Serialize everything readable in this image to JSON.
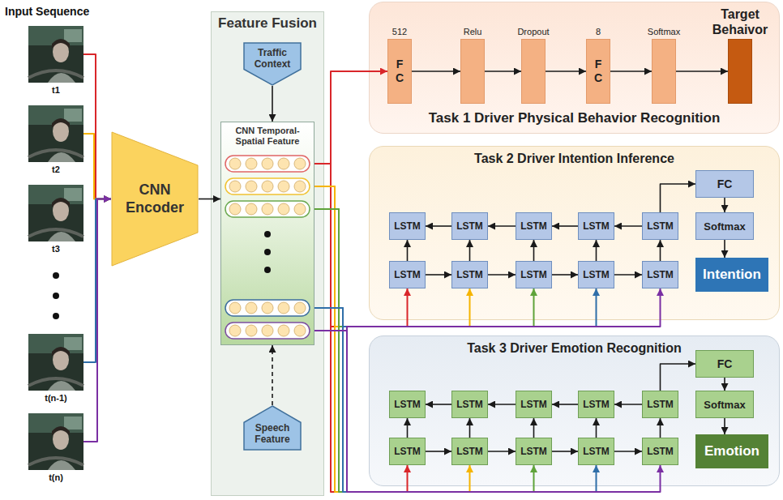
{
  "diagram": {
    "nodes": [
      {
        "text": [
          "t1"
        ]
      },
      {
        "text": [
          "t2"
        ]
      },
      {
        "text": [
          "t3"
        ]
      },
      {
        "text": [
          "t(n-1)"
        ]
      },
      {
        "text": [
          "t(n)"
        ]
      },
      {
        "text": [
          "CNN Encoder"
        ]
      },
      {
        "text": [
          "Feature Fusion"
        ]
      },
      {
        "text": [
          "Traffic Context"
        ],
        "in": 6
      },
      {
        "text": [
          "CNN Temporal-Spatial Feature"
        ],
        "in": 6
      },
      {
        "text": [
          "Speech Feature"
        ],
        "in": 6
      },
      {
        "text": [
          "Task 1 Driver Physical Behavior Recognition"
        ]
      },
      {
        "text": [
          "512",
          "F C"
        ],
        "in": 10
      },
      {
        "text": [
          "Relu"
        ],
        "in": 10
      },
      {
        "text": [
          "Dropout"
        ],
        "in": 10
      },
      {
        "text": [
          "8",
          "F C"
        ],
        "in": 10
      },
      {
        "text": [
          "Softmax"
        ],
        "in": 10
      },
      {
        "text": [
          "Target Behaivor"
        ],
        "in": 10
      },
      {
        "text": [
          "Task 2 Driver Intention Inference"
        ]
      },
      {
        "text": [
          "LSTM"
        ],
        "in": 17
      },
      {
        "text": [
          "LSTM"
        ],
        "in": 17
      },
      {
        "text": [
          "LSTM"
        ],
        "in": 17
      },
      {
        "text": [
          "LSTM"
        ],
        "in": 17
      },
      {
        "text": [
          "LSTM"
        ],
        "in": 17
      },
      {
        "text": [
          "LSTM"
        ],
        "in": 17
      },
      {
        "text": [
          "LSTM"
        ],
        "in": 17
      },
      {
        "text": [
          "LSTM"
        ],
        "in": 17
      },
      {
        "text": [
          "LSTM"
        ],
        "in": 17
      },
      {
        "text": [
          "LSTM"
        ],
        "in": 17
      },
      {
        "text": [
          "FC"
        ],
        "in": 17
      },
      {
        "text": [
          "Softmax"
        ],
        "in": 17
      },
      {
        "text": [
          "Intention"
        ],
        "in": 17
      },
      {
        "text": [
          "Task 3 Driver Emotion Recognition"
        ]
      },
      {
        "text": [
          "LSTM"
        ],
        "in": 31
      },
      {
        "text": [
          "LSTM"
        ],
        "in": 31
      },
      {
        "text": [
          "LSTM"
        ],
        "in": 31
      },
      {
        "text": [
          "LSTM"
        ],
        "in": 31
      },
      {
        "text": [
          "LSTM"
        ],
        "in": 31
      },
      {
        "text": [
          "LSTM"
        ],
        "in": 31
      },
      {
        "text": [
          "LSTM"
        ],
        "in": 31
      },
      {
        "text": [
          "LSTM"
        ],
        "in": 31
      },
      {
        "text": [
          "LSTM"
        ],
        "in": 31
      },
      {
        "text": [
          "LSTM"
        ],
        "in": 31
      },
      {
        "text": [
          "FC"
        ],
        "in": 31
      },
      {
        "text": [
          "Softmax"
        ],
        "in": 31
      },
      {
        "text": [
          "Emotion"
        ],
        "in": 31
      }
    ],
    "edges": [
      {
        "from": 0,
        "to": 5,
        "arrow": "to"
      },
      {
        "from": 1,
        "to": 5,
        "arrow": "to"
      },
      {
        "from": 3,
        "to": 5,
        "arrow": "to"
      },
      {
        "from": 4,
        "to": 5,
        "arrow": "to"
      },
      {
        "from": 5,
        "to": 8,
        "arrow": "to"
      },
      {
        "from": 7,
        "to": 8,
        "arrow": "to"
      },
      {
        "from": 9,
        "to": 8,
        "arrow": "to"
      },
      {
        "from": 8,
        "to": 11,
        "arrow": "to"
      },
      {
        "from": 8,
        "to": 23,
        "arrow": "to"
      },
      {
        "from": 8,
        "to": 24,
        "arrow": "to"
      },
      {
        "from": 8,
        "to": 25,
        "arrow": "to"
      },
      {
        "from": 8,
        "to": 26,
        "arrow": "to"
      },
      {
        "from": 8,
        "to": 27,
        "arrow": "to"
      },
      {
        "from": 8,
        "to": 37,
        "arrow": "to"
      },
      {
        "from": 8,
        "to": 38,
        "arrow": "to"
      },
      {
        "from": 8,
        "to": 39,
        "arrow": "to"
      },
      {
        "from": 8,
        "to": 40,
        "arrow": "to"
      },
      {
        "from": 8,
        "to": 41,
        "arrow": "to"
      },
      {
        "from": 11,
        "to": 12,
        "arrow": "to"
      },
      {
        "from": 12,
        "to": 13,
        "arrow": "to"
      },
      {
        "from": 13,
        "to": 14,
        "arrow": "to"
      },
      {
        "from": 14,
        "to": 15,
        "arrow": "to"
      },
      {
        "from": 15,
        "to": 16,
        "arrow": "to"
      },
      {
        "from": 23,
        "to": 24,
        "arrow": "to"
      },
      {
        "from": 24,
        "to": 25,
        "arrow": "to"
      },
      {
        "from": 25,
        "to": 26,
        "arrow": "to"
      },
      {
        "from": 26,
        "to": 27,
        "arrow": "to"
      },
      {
        "from": 22,
        "to": 21,
        "arrow": "to"
      },
      {
        "from": 21,
        "to": 20,
        "arrow": "to"
      },
      {
        "from": 20,
        "to": 19,
        "arrow": "to"
      },
      {
        "from": 19,
        "to": 18,
        "arrow": "to"
      },
      {
        "from": 23,
        "to": 18,
        "arrow": "to"
      },
      {
        "from": 24,
        "to": 19,
        "arrow": "to"
      },
      {
        "from": 25,
        "to": 20,
        "arrow": "to"
      },
      {
        "from": 26,
        "to": 21,
        "arrow": "to"
      },
      {
        "from": 27,
        "to": 22,
        "arrow": "to"
      },
      {
        "from": 22,
        "to": 28,
        "arrow": "to"
      },
      {
        "from": 28,
        "to": 29,
        "arrow": "to"
      },
      {
        "from": 29,
        "to": 30,
        "arrow": "to"
      },
      {
        "from": 37,
        "to": 38,
        "arrow": "to"
      },
      {
        "from": 38,
        "to": 39,
        "arrow": "to"
      },
      {
        "from": 39,
        "to": 40,
        "arrow": "to"
      },
      {
        "from": 40,
        "to": 41,
        "arrow": "to"
      },
      {
        "from": 36,
        "to": 35,
        "arrow": "to"
      },
      {
        "from": 35,
        "to": 34,
        "arrow": "to"
      },
      {
        "from": 34,
        "to": 33,
        "arrow": "to"
      },
      {
        "from": 33,
        "to": 32,
        "arrow": "to"
      },
      {
        "from": 37,
        "to": 32,
        "arrow": "to"
      },
      {
        "from": 38,
        "to": 33,
        "arrow": "to"
      },
      {
        "from": 39,
        "to": 34,
        "arrow": "to"
      },
      {
        "from": 40,
        "to": 35,
        "arrow": "to"
      },
      {
        "from": 41,
        "to": 36,
        "arrow": "to"
      },
      {
        "from": 36,
        "to": 42,
        "arrow": "to"
      },
      {
        "from": 42,
        "to": 43,
        "arrow": "to"
      },
      {
        "from": 43,
        "to": 44,
        "arrow": "to"
      }
    ],
    "labels": [
      "Input Sequence"
    ]
  }
}
